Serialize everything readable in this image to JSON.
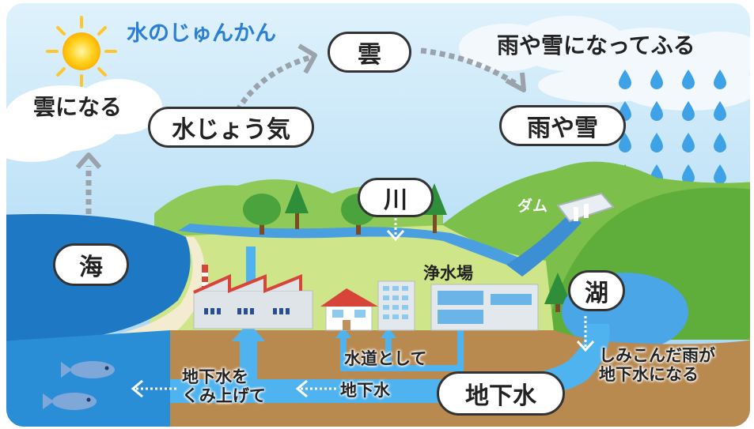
{
  "title": "水のじゅんかん",
  "bubbles": {
    "cloud": "雲",
    "vapor": "水じょう気",
    "rain_snow": "雨や雪",
    "river": "川",
    "sea": "海",
    "lake": "湖",
    "groundwater": "地下水"
  },
  "labels": {
    "become_cloud": "雲になる",
    "falls": "雨や雪になってふる",
    "dam": "ダム",
    "purification_plant": "浄水場",
    "as_tap_water": "水道として",
    "soak_line1": "しみこんだ雨が",
    "soak_line2": "地下水になる",
    "pump_line1": "地下水を",
    "pump_line2": "くみ上げて",
    "groundwater_flow": "地下水"
  },
  "colors": {
    "sky": "#bfe3f6",
    "sea": "#1f78c4",
    "river": "#4a9fe0",
    "grass": "#c8e07a",
    "hill": "#7cc04a",
    "soil": "#b98a50",
    "title": "#2d7fd6"
  }
}
